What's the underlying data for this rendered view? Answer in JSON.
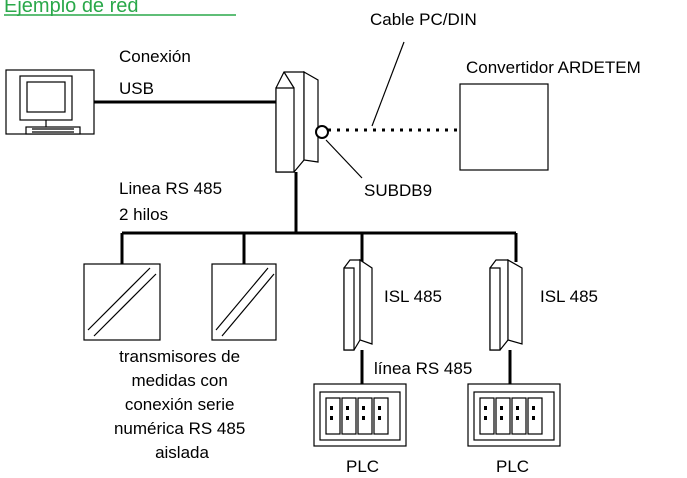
{
  "title": "Ejemplo de red",
  "colors": {
    "title": "#2aa84a",
    "line": "#000000",
    "background": "#ffffff"
  },
  "labels": {
    "cable": "Cable PC/DIN",
    "connection_line1": "Conexión",
    "connection_line2": "USB",
    "converter": "Convertidor ARDETEM",
    "subdb9": "SUBDB9",
    "rs485_line1": "Linea RS 485",
    "rs485_line2": "2 hilos",
    "isl_left": "ISL 485",
    "isl_right": "ISL 485",
    "rs485_lower": "línea RS 485",
    "transmitters": [
      "transmisores de",
      "medidas con",
      "conexión serie",
      "numérica RS 485",
      "aislada"
    ],
    "plc_left": "PLC",
    "plc_right": "PLC"
  },
  "icons": [
    "computer-icon",
    "din-converter-icon",
    "transmitter-icon",
    "isolator-icon",
    "plc-icon"
  ]
}
